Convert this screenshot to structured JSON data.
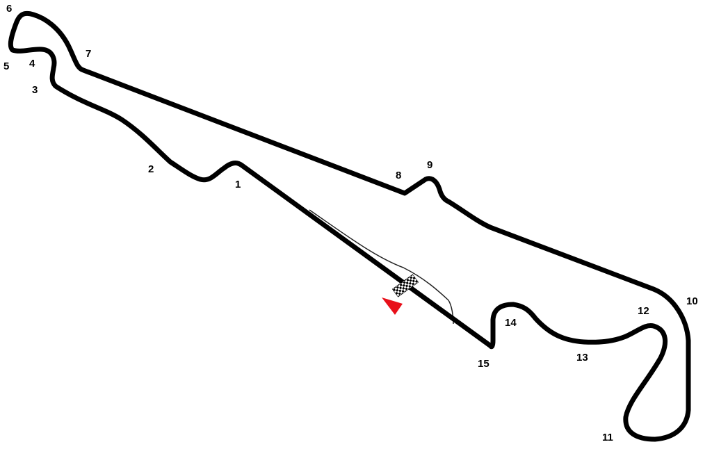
{
  "colors": {
    "track": "#000000",
    "pit_lane": "#222222",
    "direction_arrow": "#e8101a",
    "background": "#ffffff"
  },
  "icons": {
    "start_finish": "checkered-flag-icon",
    "direction": "direction-arrow-icon"
  },
  "turns": [
    {
      "number": "1"
    },
    {
      "number": "2"
    },
    {
      "number": "3"
    },
    {
      "number": "4"
    },
    {
      "number": "5"
    },
    {
      "number": "6"
    },
    {
      "number": "7"
    },
    {
      "number": "8"
    },
    {
      "number": "9"
    },
    {
      "number": "10"
    },
    {
      "number": "11"
    },
    {
      "number": "12"
    },
    {
      "number": "13"
    },
    {
      "number": "14"
    },
    {
      "number": "15"
    }
  ]
}
